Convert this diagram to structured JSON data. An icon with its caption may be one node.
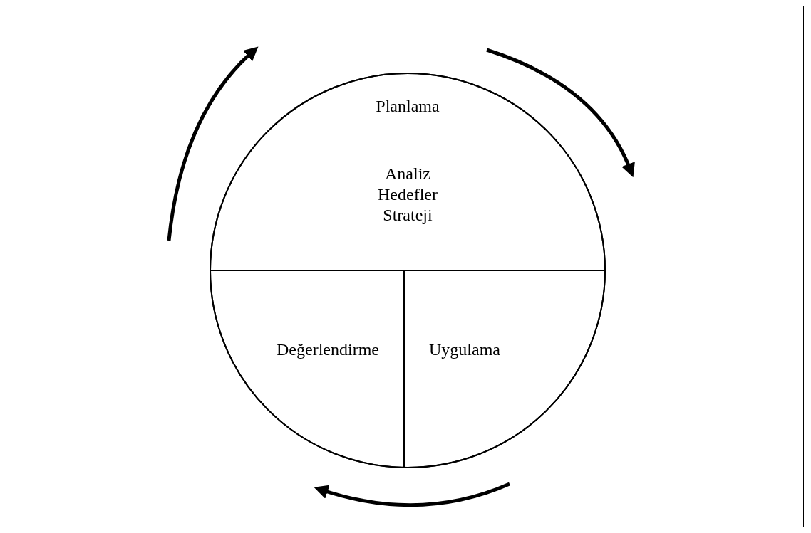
{
  "diagram": {
    "nodes": [
      {
        "text": [],
        "shape": "circle"
      },
      {
        "text": [
          "Planlama",
          "Analiz Hedefler Strateji"
        ],
        "in": 0
      },
      {
        "text": [
          "Değerlendirme"
        ],
        "in": 0
      },
      {
        "text": [
          "Uygulama"
        ],
        "in": 0
      }
    ]
  }
}
